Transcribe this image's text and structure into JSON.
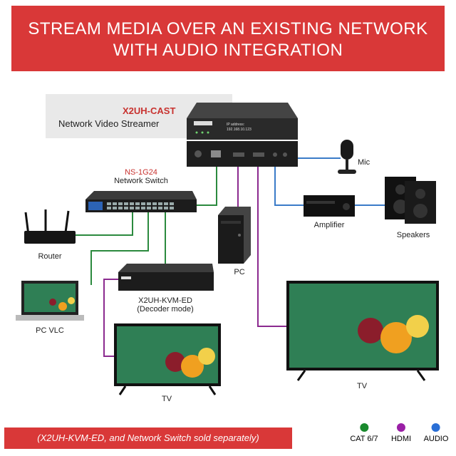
{
  "banner": {
    "line1": "STREAM MEDIA OVER AN EXISTING NETWORK",
    "line2": "WITH AUDIO INTEGRATION"
  },
  "device": {
    "model": "X2UH-CAST",
    "name": "Network Video Streamer",
    "front_ip_label": "IP address:",
    "front_ip_value": "192.168.10.123"
  },
  "switch": {
    "model": "NS-1G24",
    "name": "Network Switch"
  },
  "nodes": {
    "router": "Router",
    "pc_vlc": "PC VLC",
    "pc": "PC",
    "mic": "Mic",
    "amplifier": "Amplifier",
    "speakers": "Speakers",
    "decoder_model": "X2UH-KVM-ED",
    "decoder_mode": "(Decoder mode)",
    "tv_small": "TV",
    "tv_large": "TV"
  },
  "footer": {
    "note": "(X2UH-KVM-ED, and Network Switch sold separately)"
  },
  "legend": [
    {
      "label": "CAT 6/7",
      "color": "#1a8a2e"
    },
    {
      "label": "HDMI",
      "color": "#9a1fa6"
    },
    {
      "label": "AUDIO",
      "color": "#2a6fd6"
    }
  ],
  "colors": {
    "banner": "#d93838",
    "cat": "#2b8a3e",
    "hdmi": "#8b2a8f",
    "audio": "#3a7bc8"
  }
}
